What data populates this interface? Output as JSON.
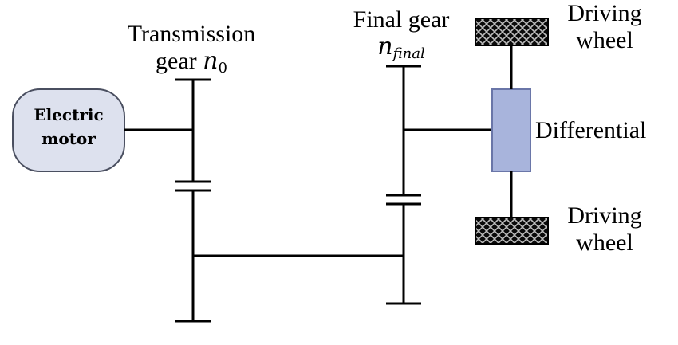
{
  "labels": {
    "motor_line1": "Electric",
    "motor_line2": "motor",
    "transmission_line1": "Transmission",
    "transmission_line2": "gear",
    "transmission_symbol": "n",
    "transmission_subscript": "0",
    "final_line1": "Final gear",
    "final_symbol": "n",
    "final_subscript": "final",
    "differential": "Differential",
    "wheel_top_line1": "Driving",
    "wheel_top_line2": "wheel",
    "wheel_bottom_line1": "Driving",
    "wheel_bottom_line2": "wheel"
  },
  "colors": {
    "line": "#000000",
    "motor_fill": "#dde1ee",
    "motor_stroke": "#4a4f60",
    "differential_fill": "#a8b4dc",
    "differential_stroke": "#6a76a8",
    "wheel_fill": "#0a0a0a",
    "wheel_hatch": "#bdbdbd"
  }
}
